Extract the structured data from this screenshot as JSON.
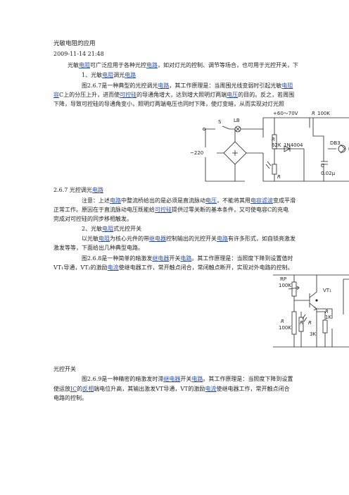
{
  "doc": {
    "title": "光敏电阻的应用",
    "datetime": "2009-11-14 21:48",
    "p1": {
      "a": "光敏",
      "l1": "电阻",
      "b": "可广泛应用于各种光控",
      "l2": "电路",
      "c": "，如对灯光的控制、调节等场合，也可用于光控开关，下"
    },
    "s1": {
      "a": "1、光敏",
      "l1": "电阻",
      "b": "调光",
      "l2": "电路"
    },
    "p2": {
      "a": "图2.6.7是一种典型的光控调光",
      "l1": "电路",
      "b": "，其工作原理是：当周围光线变弱时引起光敏",
      "l2": "电阻",
      "l3": "容",
      "c": "C上的分压上升，进而使",
      "l4": "可控硅",
      "d": "的导通角增大，达到增大照明灯两端",
      "l5": "电压",
      "e": "的目的。反之，若周围",
      "f": "下降，导致可控硅的导通角变小，照明灯两端电压也同时下降，使灯变暗，从而实现对灯光照"
    },
    "fig1": {
      "v": "+60～70V",
      "r1": "R",
      "r1v": "100K",
      "sw": "S",
      "lamp": "LB",
      "rr": "R",
      "rrv": "62K",
      "diode": "1N4004",
      "db": "DB3",
      "src": "~220",
      "c": "C",
      "cv": "0.02μ",
      "rl": "R",
      "rv": "R"
    },
    "cap1": {
      "a": "2.6.7 光控调光",
      "l1": "电路"
    },
    "p3": {
      "a": "注意：上述",
      "l1": "电路",
      "b": "中整流桥给出的是必须是直流脉动",
      "l2": "电压",
      "c": "，不能将其用",
      "l3": "电容滤波",
      "d": "变成平滑",
      "e": "正常工作。原因在于直流脉动电压既能给",
      "l4": "可控硅",
      "f": "提供过零关断的基本条件，又可使电容C的充电",
      "g": "完成对可控硅的同步移相触发。"
    },
    "s2": {
      "a": "2、光敏",
      "l1": "电阻",
      "b": "式光控开关"
    },
    "p4": {
      "a": "以光敏",
      "l1": "电阻",
      "b": "为核心元件的带",
      "l2": "继电器",
      "c": "控制输出的光控开关",
      "l3": "电路",
      "d": "有许多形式，如自锁亮激发",
      "e": "激发等等，下面给出几种典型电路。"
    },
    "p5": {
      "a": "图2.6.8是一种简单的暗激发",
      "l1": "继电器",
      "b": "开关",
      "l2": "电路",
      "c": "。其工作原理是：当照度下降到设置值时",
      "d": "VT₁导通，VT₂的激励",
      "l3": "电流",
      "e": "使继电器工作，常开触点闭合，常闭触点断开，实现对外电路的控制。"
    },
    "fig2": {
      "rp": "RP",
      "rpv": "100K",
      "vt": "VT₁",
      "r1": "R",
      "r1v": "100K",
      "r2": "R",
      "r2v": "1K",
      "r3": "R",
      "r3v": "3K",
      "rl": "R"
    },
    "cap2": "光控开关",
    "p6": {
      "a": "图2.6.9是一种精密的暗激发时滞",
      "l1": "继电器",
      "b": "开关",
      "l2": "电路",
      "c": "。其工作原理是：当照度下降到设置",
      "d": "使运放",
      "l3": "IC",
      "e": "的",
      "l4": "反相",
      "f": "端电位升高，其输出激发VT导通，VT的激励",
      "l5": "电流",
      "g": "使继电器工作，常开触点闭合",
      "h": "电路的控制。"
    },
    "colors": {
      "link": "#2b4fb5",
      "text": "#222222"
    }
  }
}
